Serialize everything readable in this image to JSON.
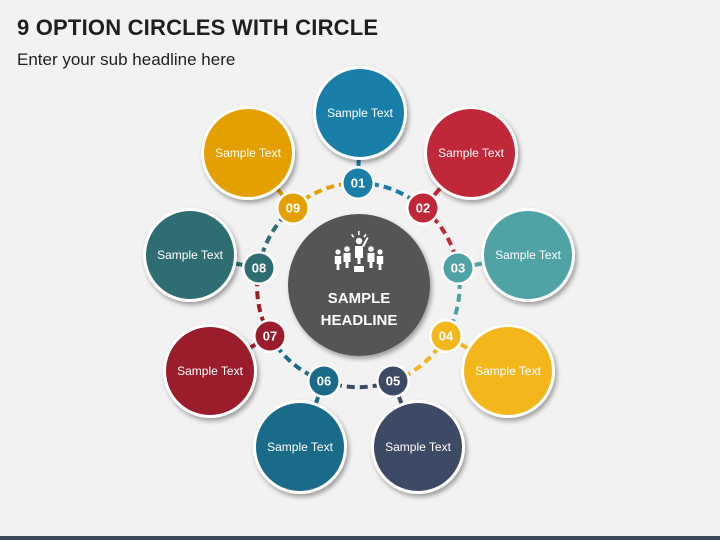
{
  "title": "9 OPTION CIRCLES WITH CIRCLE",
  "subtitle": "Enter your sub headline here",
  "hub": {
    "line1": "SAMPLE",
    "line2": "HEADLINE",
    "icon": "people-group-icon",
    "color": "#555555"
  },
  "options": [
    {
      "number": "01",
      "label": "Sample Text",
      "color": "#1a7fa8"
    },
    {
      "number": "02",
      "label": "Sample Text",
      "color": "#c0283a"
    },
    {
      "number": "03",
      "label": "Sample Text",
      "color": "#4fa3a5"
    },
    {
      "number": "04",
      "label": "Sample Text",
      "color": "#f3b71c"
    },
    {
      "number": "05",
      "label": "Sample Text",
      "color": "#3d4a66"
    },
    {
      "number": "06",
      "label": "Sample Text",
      "color": "#1a6a8a"
    },
    {
      "number": "07",
      "label": "Sample Text",
      "color": "#9b1c2a"
    },
    {
      "number": "08",
      "label": "Sample Text",
      "color": "#2e6e73"
    },
    {
      "number": "09",
      "label": "Sample Text",
      "color": "#e3a000"
    }
  ]
}
